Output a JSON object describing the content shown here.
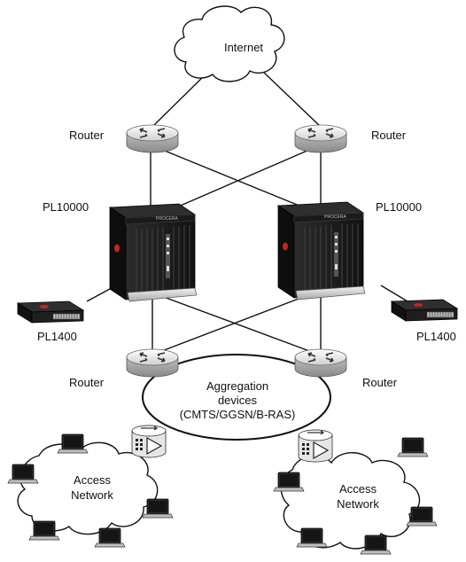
{
  "labels": {
    "internet": "Internet",
    "router_top_left": "Router",
    "router_top_right": "Router",
    "pl10000_left": "PL10000",
    "pl10000_right": "PL10000",
    "pl1400_left": "PL1400",
    "pl1400_right": "PL1400",
    "router_bottom_left": "Router",
    "router_bottom_right": "Router",
    "aggregation_line1": "Aggregation",
    "aggregation_line2": "devices",
    "aggregation_line3": "(CMTS/GGSN/B-RAS)",
    "access_left_line1": "Access",
    "access_left_line2": "Network",
    "access_right_line1": "Access",
    "access_right_line2": "Network",
    "chassis_brand": "PROCERA"
  },
  "icons": {
    "cloud": "cloud-icon",
    "router": "router-icon",
    "chassis": "server-chassis-icon",
    "appliance": "appliance-icon",
    "aggregation": "cmts-icon",
    "laptop": "laptop-icon"
  },
  "colors": {
    "line": "#111111",
    "device_dark": "#1c1c1c",
    "device_silver": "#d9d9d9",
    "accent_red": "#c0281e",
    "cloud_fill": "#ffffff"
  }
}
